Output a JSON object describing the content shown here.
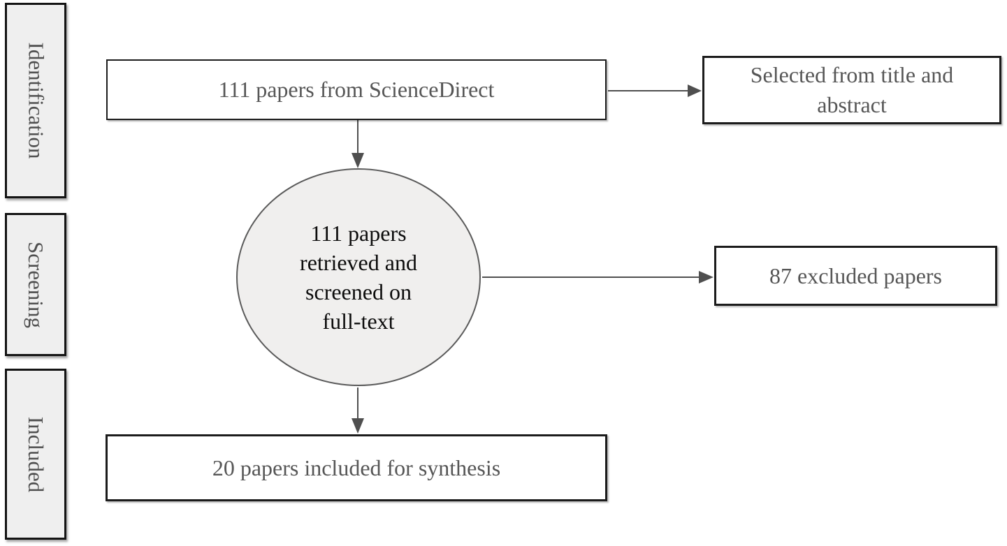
{
  "diagram": {
    "stages": [
      {
        "label": "Identification"
      },
      {
        "label": "Screening"
      },
      {
        "label": "Included"
      }
    ],
    "nodes": {
      "source": {
        "label": "111 papers from ScienceDirect"
      },
      "title_abstract": {
        "lines": [
          "Selected from title and",
          "abstract"
        ]
      },
      "fulltext_screen": {
        "lines": [
          "111 papers",
          "retrieved and",
          "screened on",
          "full-text"
        ]
      },
      "excluded": {
        "label": "87 excluded papers"
      },
      "included": {
        "label": "20 papers included for synthesis"
      }
    },
    "colors": {
      "background": "#ffffff",
      "stage_fill": "#efefef",
      "circle_fill": "#f0efee",
      "box_border": "#1c1c1c",
      "circle_border": "#5a5a5a",
      "box_text": "#565656",
      "circle_text": "#0c0c0c",
      "stage_text": "#4f4f4f",
      "arrow": "#4f4f4f"
    }
  }
}
